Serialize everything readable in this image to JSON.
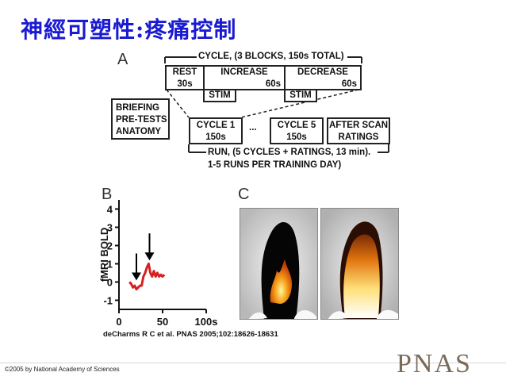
{
  "slide_title": "神經可塑性:疼痛控制",
  "panelA": {
    "letter": "A",
    "cycle_label": "CYCLE, (3 BLOCKS, 150s TOTAL)",
    "rest": "REST",
    "rest_time": "30s",
    "increase": "INCREASE",
    "increase_time": "60s",
    "decrease": "DECREASE",
    "decrease_time": "60s",
    "stim1": "STIM",
    "stim2": "STIM",
    "briefing_lines": [
      "BRIEFING",
      "PRE-TESTS",
      "ANATOMY"
    ],
    "cycle1": "CYCLE 1",
    "cycle1_time": "150s",
    "ellipsis": "...",
    "cycle5": "CYCLE 5",
    "cycle5_time": "150s",
    "after_scan": "AFTER SCAN",
    "ratings": "RATINGS",
    "run_label": "RUN, (5 CYCLES + RATINGS, 13 min).",
    "runs_per_day": "1-5 RUNS PER TRAINING DAY)"
  },
  "panelB": {
    "letter": "B"
  },
  "panelC": {
    "letter": "C"
  },
  "chart_data": {
    "type": "line",
    "ylabel": "fMRI BOLD",
    "yticks": [
      "4",
      "3",
      "2",
      "1",
      "0",
      "-1"
    ],
    "xticks": [
      "0",
      "50",
      "100s"
    ],
    "ylim": [
      -1.5,
      4.5
    ],
    "xlim": [
      0,
      100
    ],
    "series": [
      {
        "color": "#d62020",
        "x": [
          12,
          14,
          16,
          18,
          20,
          22,
          24,
          26,
          28,
          30,
          32,
          34,
          36,
          38,
          40,
          42,
          44,
          46,
          48,
          50,
          52
        ],
        "y": [
          0.0,
          -0.1,
          -0.3,
          -0.2,
          -0.4,
          -0.3,
          -0.2,
          -0.2,
          0.3,
          0.5,
          0.8,
          1.0,
          0.5,
          0.3,
          0.6,
          0.3,
          0.5,
          0.3,
          0.4,
          0.3,
          0.4
        ]
      }
    ],
    "arrows": [
      {
        "x": 20,
        "y": 0.0
      },
      {
        "x": 35,
        "y": 1.1
      }
    ]
  },
  "citation": "deCharms R C et al. PNAS 2005;102:18626-18631",
  "copyright": "©2005 by National Academy of Sciences",
  "logo_text": "PNAS",
  "colors": {
    "title": "#1a1ad2",
    "trace": "#d62020"
  }
}
